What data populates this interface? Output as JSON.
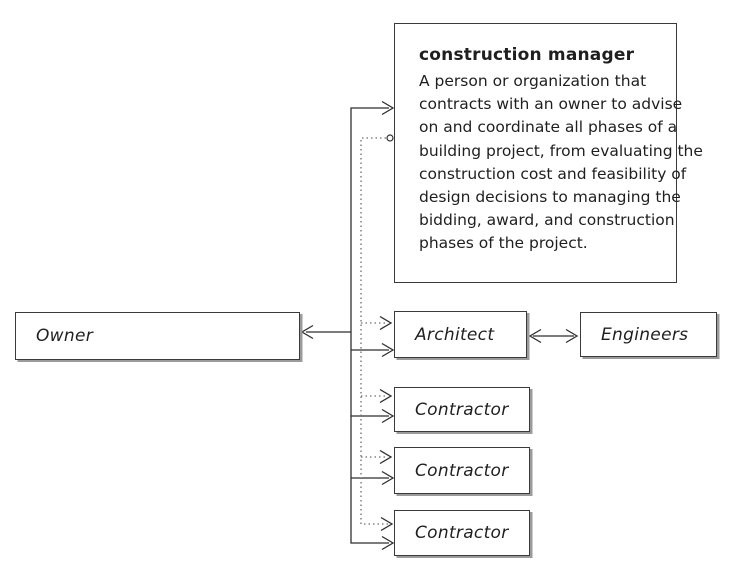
{
  "definition_box": {
    "title": "construction manager",
    "body_lines": [
      "A person or organization that",
      "contracts with an owner to advise",
      "on and coordinate all phases of a",
      "building project, from evaluating the",
      "construction cost and feasibility of",
      "design decisions to managing the",
      "bidding, award, and construction",
      "phases of the project."
    ]
  },
  "nodes": {
    "owner": {
      "label": "Owner"
    },
    "architect": {
      "label": "Architect"
    },
    "engineers": {
      "label": "Engineers"
    },
    "contractor_1": {
      "label": "Contractor"
    },
    "contractor_2": {
      "label": "Contractor"
    },
    "contractor_3": {
      "label": "Contractor"
    }
  },
  "colors": {
    "background": "#ffffff",
    "line": "#2f2f2f",
    "dotted_line": "#6e6e6e",
    "box_border": "#3a3a3a",
    "box_shadow": "#9b9b9b",
    "text": "#1f1f1f"
  }
}
